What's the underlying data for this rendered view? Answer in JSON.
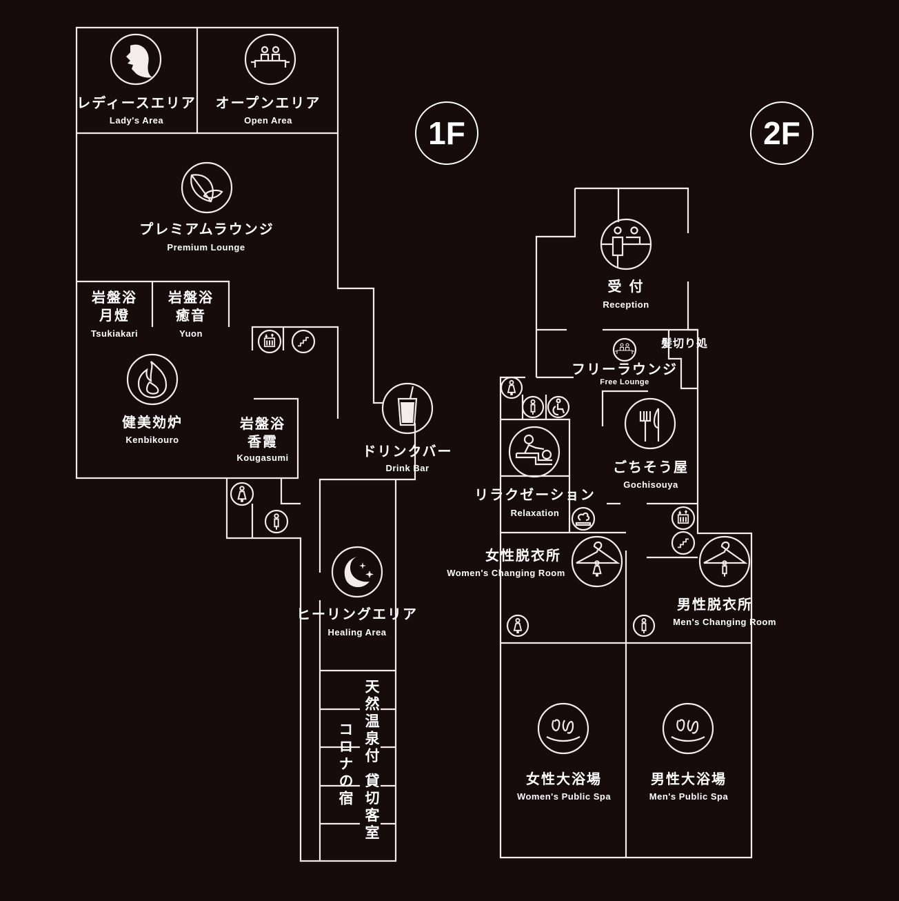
{
  "floors": {
    "first": "1F",
    "second": "2F"
  },
  "colors": {
    "background": "#170c0c",
    "line": "#f2ecea"
  },
  "floor1": {
    "ladies_area": {
      "jp": "レディースエリア",
      "en": "Lady's Area",
      "icon": "woman-face-icon"
    },
    "open_area": {
      "jp": "オープンエリア",
      "en": "Open Area",
      "icon": "seated-people-icon"
    },
    "premium_lounge": {
      "jp": "プレミアムラウンジ",
      "en": "Premium Lounge",
      "icon": "leaf-icon"
    },
    "tsukiakari": {
      "jp1": "岩盤浴",
      "jp2": "月燈",
      "en": "Tsukiakari"
    },
    "yuon": {
      "jp1": "岩盤浴",
      "jp2": "癒音",
      "en": "Yuon"
    },
    "kenbikouro": {
      "jp": "健美効炉",
      "en": "Kenbikouro",
      "icon": "flame-icon"
    },
    "kougasumi": {
      "jp1": "岩盤浴",
      "jp2": "香霞",
      "en": "Kougasumi"
    },
    "drink_bar": {
      "jp": "ドリンクバー",
      "en": "Drink Bar",
      "icon": "drink-glass-icon"
    },
    "healing_area": {
      "jp": "ヒーリングエリア",
      "en": "Healing Area",
      "icon": "moon-stars-icon"
    },
    "private_rooms": {
      "jp": "天然温泉付 貸切客室"
    },
    "corona_inn": {
      "jp": "コロナの宿"
    }
  },
  "floor2": {
    "reception": {
      "jp": "受 付",
      "en": "Reception",
      "icon": "reception-desk-icon"
    },
    "barber": {
      "jp": "髪切り処"
    },
    "free_lounge": {
      "jp": "フリーラウンジ",
      "en": "Free Lounge",
      "icon": "seated-people-icon"
    },
    "gochisouya": {
      "jp": "ごちそう屋",
      "en": "Gochisouya",
      "icon": "fork-knife-icon"
    },
    "relaxation": {
      "jp": "リラクゼーション",
      "en": "Relaxation",
      "icon": "massage-icon"
    },
    "womens_changing": {
      "jp": "女性脱衣所",
      "en": "Women's Changing Room",
      "icon": "hanger-woman-icon"
    },
    "mens_changing": {
      "jp": "男性脱衣所",
      "en": "Men's Changing Room",
      "icon": "hanger-man-icon"
    },
    "womens_spa": {
      "jp": "女性大浴場",
      "en": "Women's Public Spa",
      "icon": "hot-spring-icon"
    },
    "mens_spa": {
      "jp": "男性大浴場",
      "en": "Men's Public Spa",
      "icon": "hot-spring-icon"
    }
  }
}
